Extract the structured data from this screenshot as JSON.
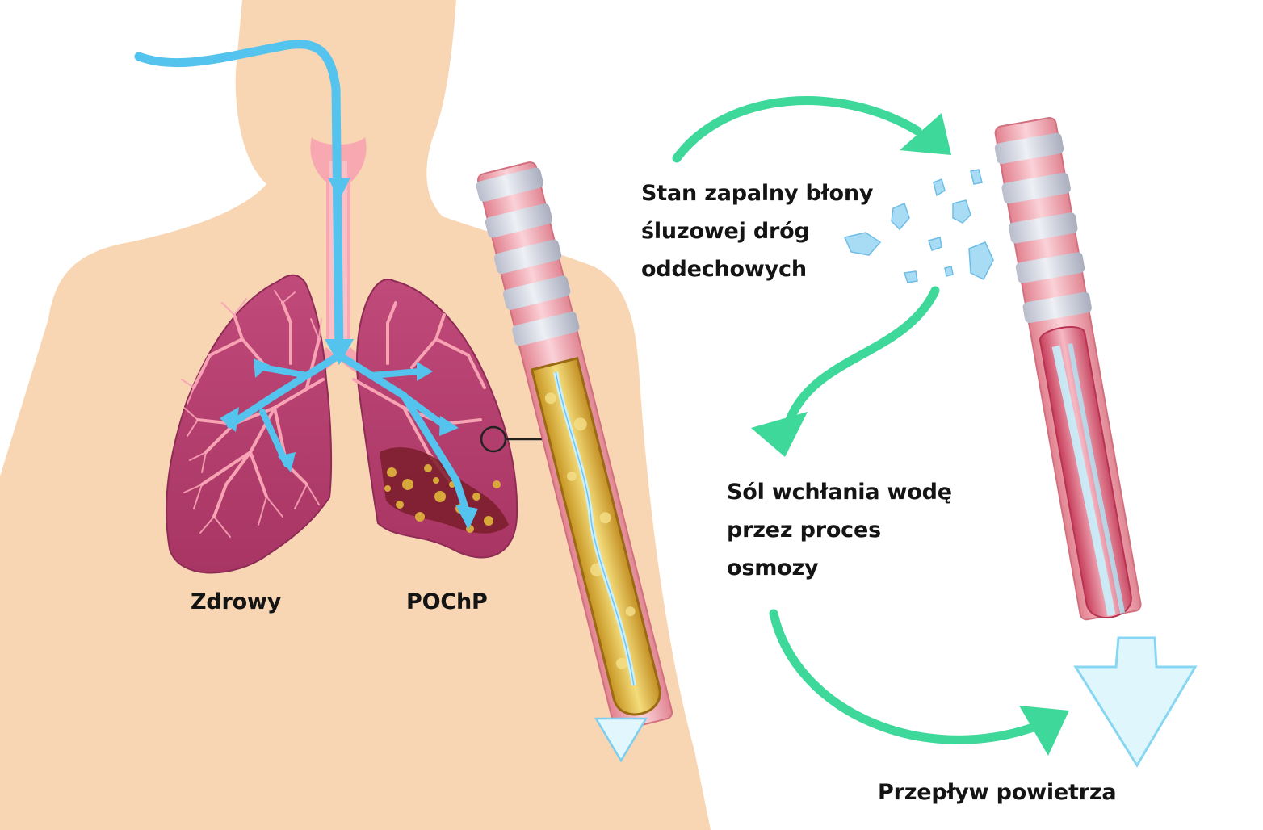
{
  "labels": {
    "healthy": "Zdrowy",
    "copd": "POChP",
    "step_inflammation": [
      "Stan zapalny błony",
      "śluzowej dróg",
      "oddechowych"
    ],
    "step_osmosis": [
      "Sól wchłania wodę",
      "przez proces",
      "osmozy"
    ],
    "step_airflow": "Przepływ powietrza"
  },
  "colors": {
    "skin": "#f8d6b4",
    "lung": "#b5406f",
    "airflow": "#54c4ee",
    "cycle_arrow": "#3ed89a",
    "mucus": "#e2b844",
    "airway_pink": "#f1a7b2",
    "text": "#141414"
  },
  "icons": {
    "salt_crystals": "salt-crystals-icon",
    "cycle_arrows": "curved-arrow-icon"
  }
}
